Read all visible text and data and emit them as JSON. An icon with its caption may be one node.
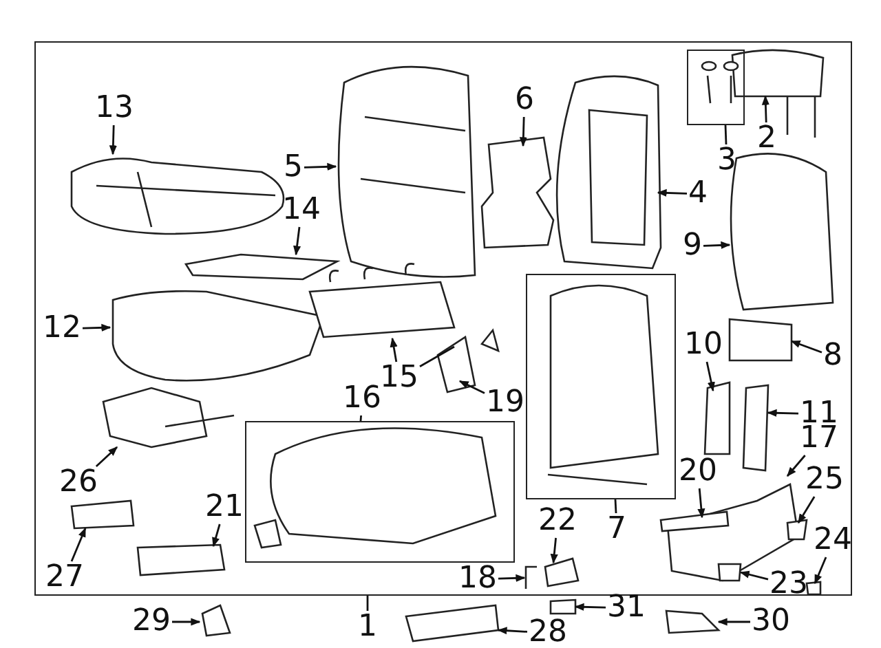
{
  "diagram": {
    "nodes": [
      {
        "text": [],
        "shape": "box"
      },
      {
        "text": [],
        "shape": "box",
        "in": 0
      },
      {
        "text": [],
        "shape": "box",
        "in": 0
      },
      {
        "text": [],
        "shape": "box",
        "in": 0
      },
      {
        "text": [
          "13"
        ],
        "in": 0
      },
      {
        "text": [
          "6"
        ],
        "in": 0
      },
      {
        "text": [
          "2"
        ],
        "in": 0
      },
      {
        "text": [
          "3"
        ],
        "in": 0
      },
      {
        "text": [
          "5"
        ],
        "in": 0
      },
      {
        "text": [
          "4"
        ],
        "in": 0
      },
      {
        "text": [
          "14"
        ],
        "in": 0
      },
      {
        "text": [
          "9"
        ],
        "in": 0
      },
      {
        "text": [
          "12"
        ],
        "in": 0
      },
      {
        "text": [
          "8"
        ],
        "in": 0
      },
      {
        "text": [
          "15"
        ],
        "in": 0
      },
      {
        "text": [
          "10"
        ],
        "in": 0
      },
      {
        "text": [
          "16"
        ],
        "in": 0
      },
      {
        "text": [
          "19"
        ],
        "in": 0
      },
      {
        "text": [
          "11"
        ],
        "in": 0
      },
      {
        "text": [
          "17"
        ],
        "in": 0
      },
      {
        "text": [
          "20"
        ],
        "in": 0
      },
      {
        "text": [
          "26"
        ],
        "in": 0
      },
      {
        "text": [
          "25"
        ],
        "in": 0
      },
      {
        "text": [
          "21"
        ],
        "in": 0
      },
      {
        "text": [
          "7"
        ],
        "in": 0
      },
      {
        "text": [
          "22"
        ],
        "in": 0
      },
      {
        "text": [
          "24"
        ],
        "in": 0
      },
      {
        "text": [
          "18"
        ],
        "in": 0
      },
      {
        "text": [
          "27"
        ],
        "in": 0
      },
      {
        "text": [
          "23"
        ],
        "in": 0
      },
      {
        "text": [
          "29"
        ]
      },
      {
        "text": [
          "1"
        ]
      },
      {
        "text": [
          "31"
        ]
      },
      {
        "text": [
          "30"
        ]
      },
      {
        "text": [
          "28"
        ]
      }
    ],
    "edges": [
      {
        "from": 4,
        "to": null,
        "arrow": "to"
      },
      {
        "from": 5,
        "to": null,
        "arrow": "to"
      },
      {
        "from": 6,
        "to": null,
        "arrow": "to"
      },
      {
        "from": 7,
        "to": 1,
        "arrow": "none"
      },
      {
        "from": 8,
        "to": null,
        "arrow": "to"
      },
      {
        "from": 9,
        "to": null,
        "arrow": "to"
      },
      {
        "from": 10,
        "to": null,
        "arrow": "to"
      },
      {
        "from": 11,
        "to": null,
        "arrow": "to"
      },
      {
        "from": 12,
        "to": null,
        "arrow": "to"
      },
      {
        "from": 13,
        "to": null,
        "arrow": "to"
      },
      {
        "from": 14,
        "to": null,
        "arrow": "to"
      },
      {
        "from": 14,
        "to": null,
        "arrow": "none"
      },
      {
        "from": 15,
        "to": null,
        "arrow": "to"
      },
      {
        "from": 16,
        "to": 2,
        "arrow": "none"
      },
      {
        "from": 17,
        "to": null,
        "arrow": "to"
      },
      {
        "from": 18,
        "to": null,
        "arrow": "to"
      },
      {
        "from": 19,
        "to": null,
        "arrow": "to"
      },
      {
        "from": 20,
        "to": null,
        "arrow": "to"
      },
      {
        "from": 21,
        "to": null,
        "arrow": "to"
      },
      {
        "from": 22,
        "to": null,
        "arrow": "to"
      },
      {
        "from": 23,
        "to": null,
        "arrow": "to"
      },
      {
        "from": 24,
        "to": 3,
        "arrow": "none"
      },
      {
        "from": 25,
        "to": null,
        "arrow": "to"
      },
      {
        "from": 26,
        "to": null,
        "arrow": "to"
      },
      {
        "from": 27,
        "to": null,
        "arrow": "to"
      },
      {
        "from": 28,
        "to": null,
        "arrow": "to"
      },
      {
        "from": 29,
        "to": null,
        "arrow": "to"
      },
      {
        "from": 30,
        "to": null,
        "arrow": "to"
      },
      {
        "from": 31,
        "to": 0,
        "arrow": "none"
      },
      {
        "from": 32,
        "to": null,
        "arrow": "to"
      },
      {
        "from": 33,
        "to": null,
        "arrow": "to"
      },
      {
        "from": 34,
        "to": null,
        "arrow": "to"
      }
    ]
  }
}
